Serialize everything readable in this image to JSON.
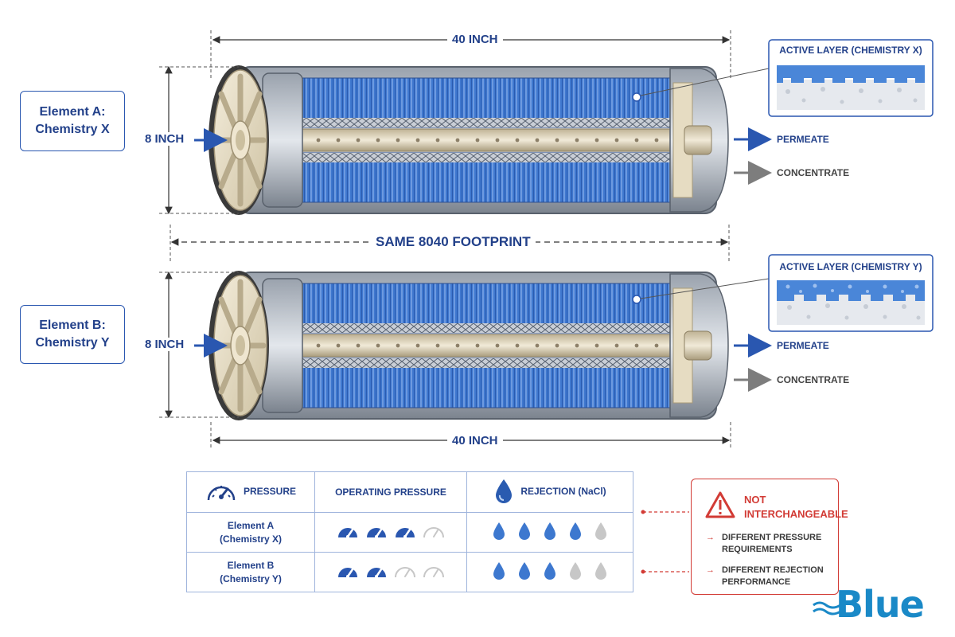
{
  "dimensions": {
    "length_top": "40 INCH",
    "length_bottom": "40 INCH",
    "diameter_a": "8 INCH",
    "diameter_b": "8 INCH",
    "footprint": "SAME 8040 FOOTPRINT"
  },
  "elements": [
    {
      "label": "Element A:\nChemistry X",
      "inset_title": "ACTIVE LAYER (CHEMISTRY X)",
      "permeate": "PERMEATE",
      "concentrate": "CONCENTRATE"
    },
    {
      "label": "Element B:\nChemistry Y",
      "inset_title": "ACTIVE LAYER (CHEMISTRY Y)",
      "permeate": "PERMEATE",
      "concentrate": "CONCENTRATE"
    }
  ],
  "comparison_table": {
    "headers": [
      "PRESSURE",
      "OPERATING PRESSURE",
      "REJECTION (NaCl)"
    ],
    "rows": [
      {
        "label": "Element A\n(Chemistry X)",
        "pressure_level": 3,
        "pressure_max": 4,
        "rejection_level": 4,
        "rejection_max": 5
      },
      {
        "label": "Element B\n(Chemistry Y)",
        "pressure_level": 2,
        "pressure_max": 4,
        "rejection_level": 3,
        "rejection_max": 5
      }
    ]
  },
  "warning": {
    "title": "NOT\nINTERCHANGEABLE",
    "items": [
      "DIFFERENT PRESSURE\nREQUIREMENTS",
      "DIFFERENT REJECTION\nPERFORMANCE"
    ]
  },
  "logo": "Blue",
  "colors": {
    "accent": "#2a57b0",
    "membrane": "#3d78cf",
    "warning": "#d23b35",
    "inactive": "#c7c7c7",
    "logo": "#1a89c7"
  }
}
